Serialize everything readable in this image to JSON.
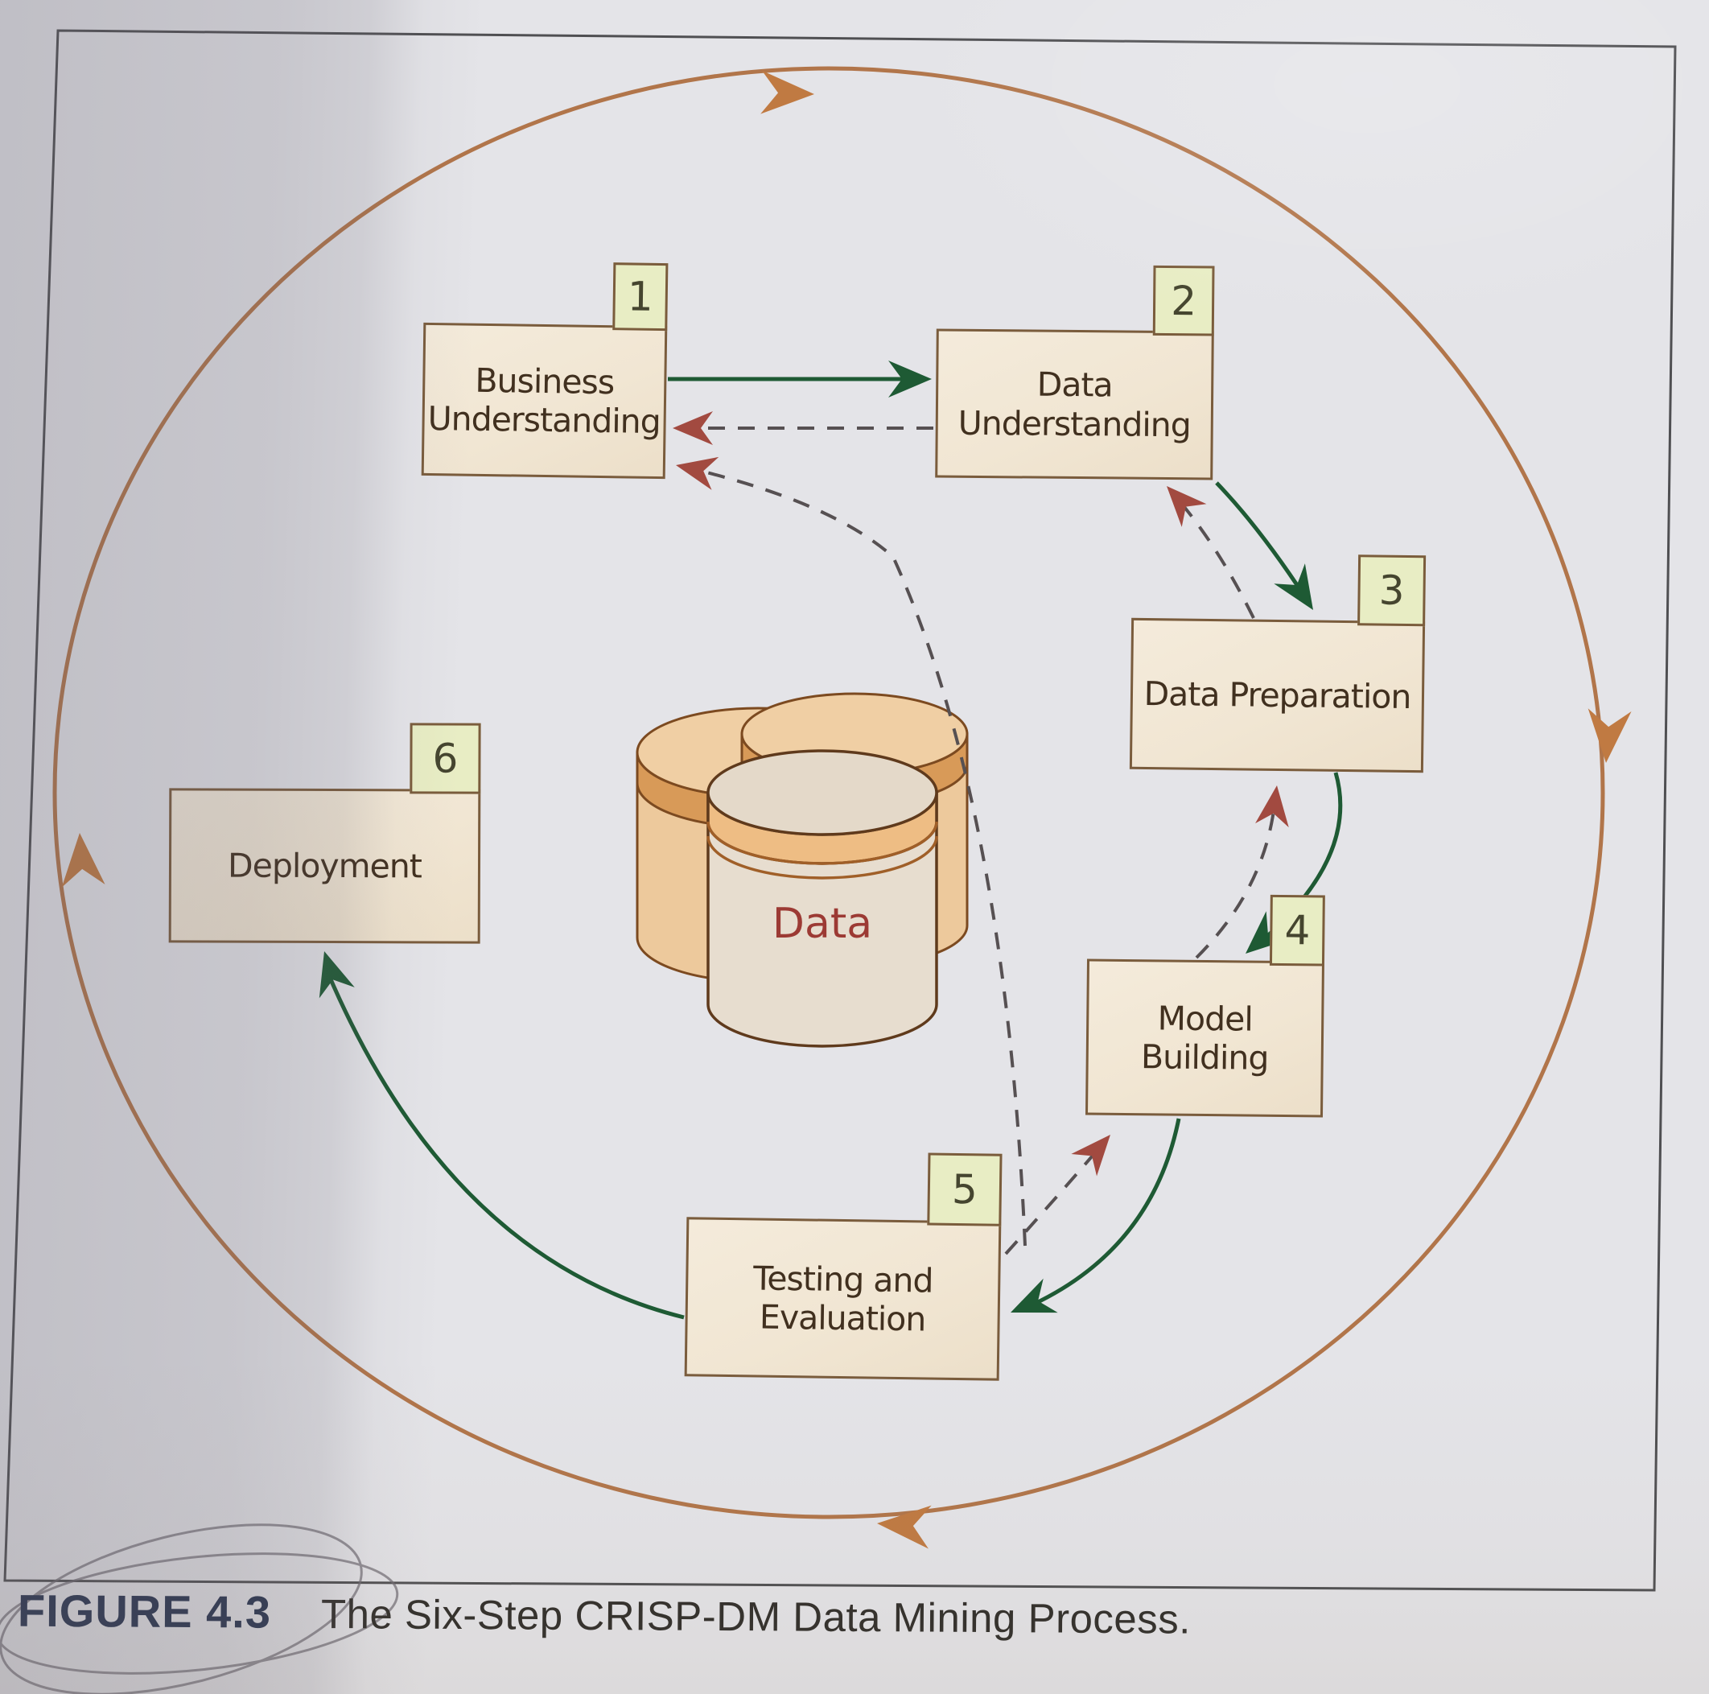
{
  "figure": {
    "label": "FIGURE 4.3",
    "caption": "The Six-Step CRISP-DM Data Mining Process."
  },
  "diagram": {
    "center_label": "Data",
    "steps": [
      {
        "number": "1",
        "label": "Business Understanding"
      },
      {
        "number": "2",
        "label": "Data Understanding"
      },
      {
        "number": "3",
        "label": "Data Preparation"
      },
      {
        "number": "4",
        "label": "Model Building"
      },
      {
        "number": "5",
        "label": "Testing and Evaluation"
      },
      {
        "number": "6",
        "label": "Deployment"
      }
    ],
    "main_flow": [
      {
        "from": "1",
        "to": "2"
      },
      {
        "from": "2",
        "to": "3"
      },
      {
        "from": "3",
        "to": "4"
      },
      {
        "from": "4",
        "to": "5"
      },
      {
        "from": "5",
        "to": "6"
      }
    ],
    "feedback_flow": [
      {
        "from": "2",
        "to": "1"
      },
      {
        "from": "3",
        "to": "2"
      },
      {
        "from": "4",
        "to": "3"
      },
      {
        "from": "5",
        "to": "4"
      },
      {
        "from": "5",
        "to": "1"
      }
    ],
    "outer_cycle_direction": "clockwise",
    "colors": {
      "cycle_orange": "#b1754a",
      "cycle_arrowhead": "#c07a42",
      "flow_green": "#1e5a34",
      "feedback_line": "#565052",
      "feedback_arrowhead": "#a24a40",
      "box_fill": "#f2e8d7",
      "box_border": "#7a5c3c",
      "tab_fill": "#e8edc4",
      "data_label": "#9c3a34",
      "figure_label": "#26324e"
    }
  }
}
